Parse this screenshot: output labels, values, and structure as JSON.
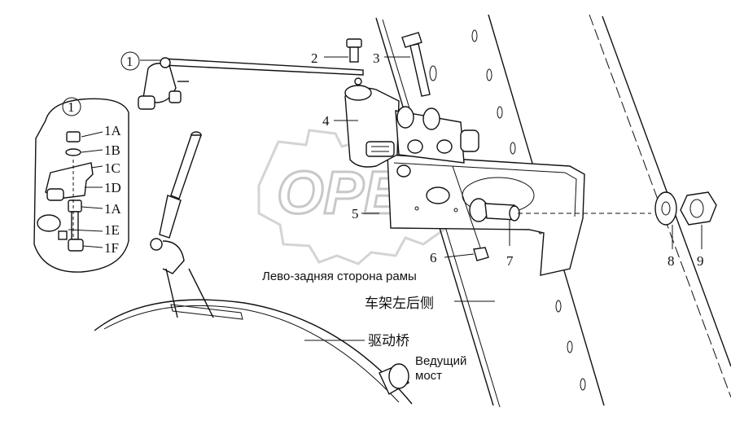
{
  "watermark": "OPEX",
  "callouts": {
    "c1": "1",
    "c2": "2",
    "c3": "3",
    "c4": "4",
    "c5": "5",
    "c6": "6",
    "c7": "7",
    "c8": "8",
    "c9": "9"
  },
  "detail": {
    "header": "1",
    "items": [
      "1A",
      "1B",
      "1C",
      "1D",
      "1A",
      "1E",
      "1F"
    ]
  },
  "labels": {
    "frame_ru": "Лево-задняя сторона рамы",
    "frame_cn": "车架左后侧",
    "axle_cn": "驱动桥",
    "axle_ru_line1": "Ведущий",
    "axle_ru_line2": "мост"
  }
}
